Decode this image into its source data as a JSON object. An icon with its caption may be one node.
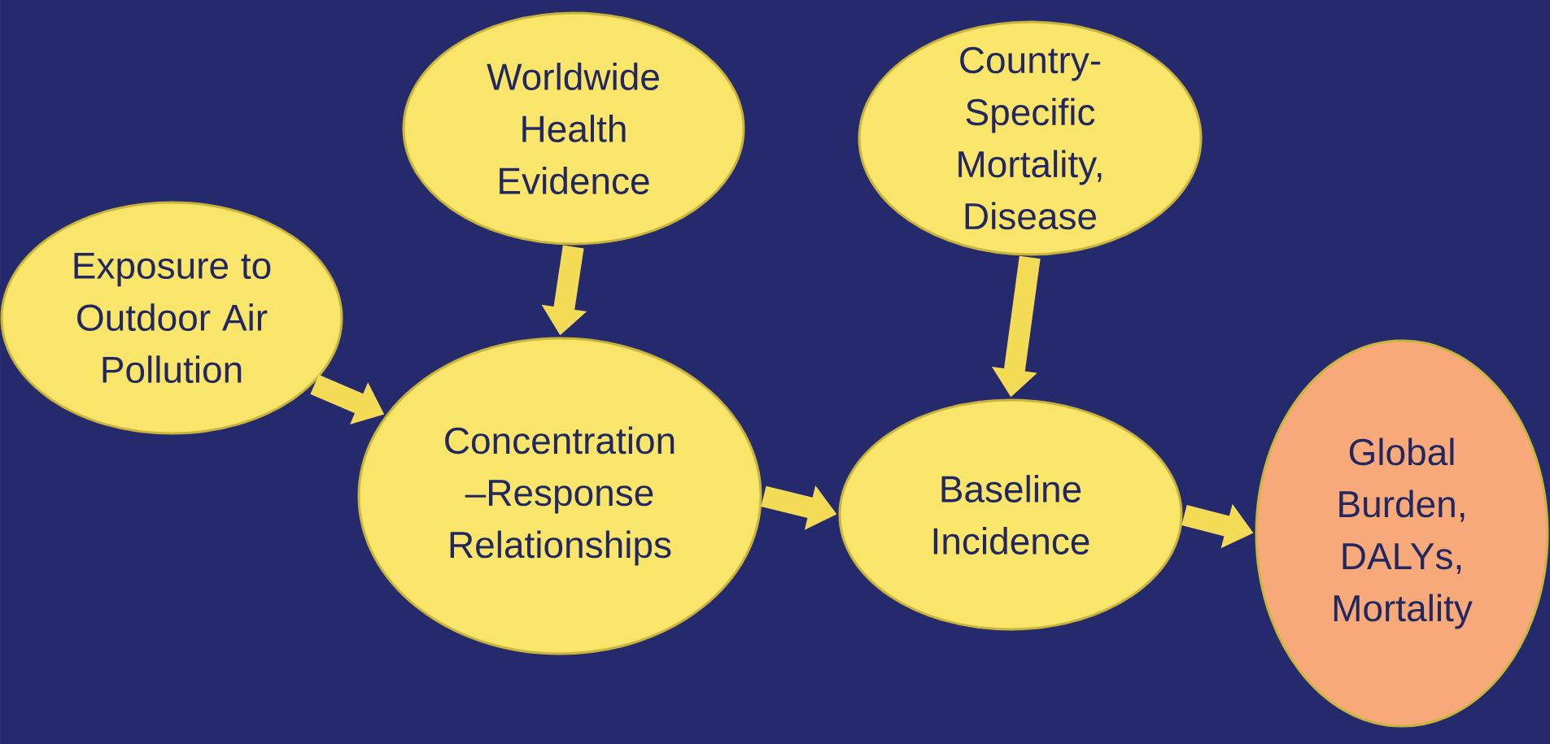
{
  "diagram": {
    "nodes": [
      {
        "text": [
          "Worldwide Health Evidence"
        ]
      },
      {
        "text": [
          "Country- Specific Mortality, Disease"
        ]
      },
      {
        "text": [
          "Exposure to Outdoor Air Pollution"
        ]
      },
      {
        "text": [
          "Concentration –Response Relationships"
        ]
      },
      {
        "text": [
          "Baseline Incidence"
        ]
      },
      {
        "text": [
          "Global Burden, DALYs, Mortality"
        ]
      }
    ],
    "edges": [
      {
        "from": 0,
        "to": 3,
        "arrow": "to"
      },
      {
        "from": 2,
        "to": 3,
        "arrow": "to"
      },
      {
        "from": 3,
        "to": 4,
        "arrow": "to"
      },
      {
        "from": 1,
        "to": 4,
        "arrow": "to"
      },
      {
        "from": 4,
        "to": 5,
        "arrow": "to"
      }
    ]
  }
}
